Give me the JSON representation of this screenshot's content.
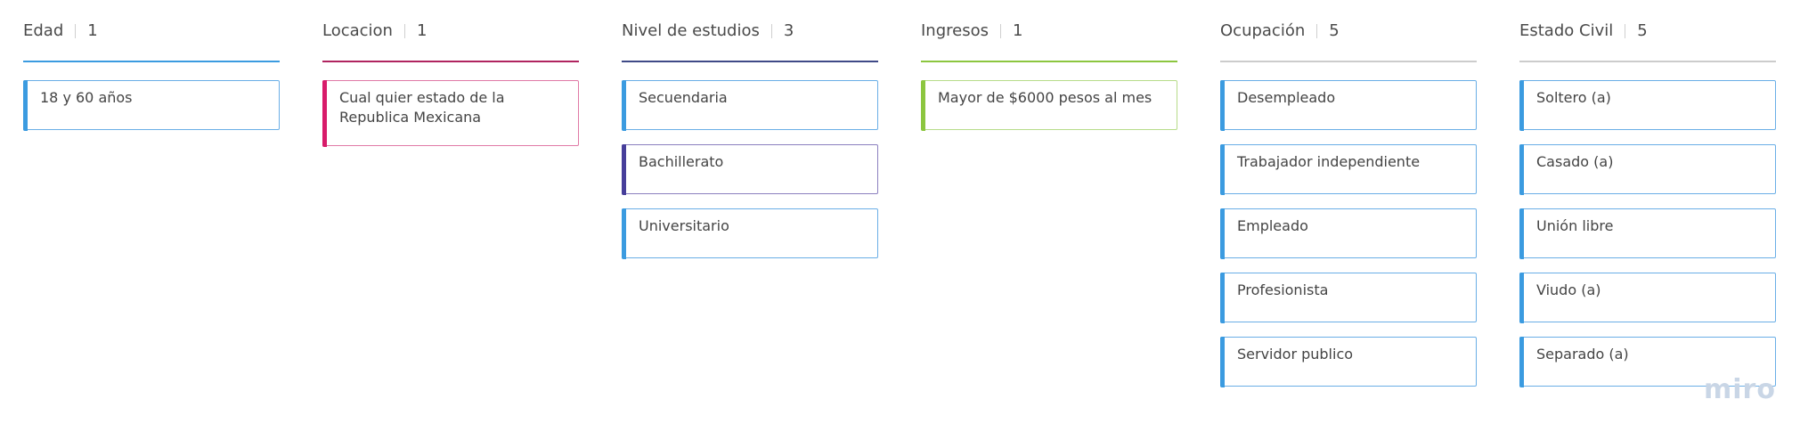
{
  "watermark": "miro",
  "columns": [
    {
      "title": "Edad",
      "count": "1",
      "accent": "#3b9be0",
      "cards": [
        {
          "text": "18 y 60 años",
          "border": "#6aaee6",
          "stripe": "#3b9be0"
        }
      ]
    },
    {
      "title": "Locacion",
      "count": "1",
      "accent": "#b0245f",
      "cards": [
        {
          "text": "Cual quier estado de la Republica Mexicana",
          "border": "#e07aa6",
          "stripe": "#d81b6a"
        }
      ]
    },
    {
      "title": "Nivel de estudios",
      "count": "3",
      "accent": "#3f4a87",
      "cards": [
        {
          "text": "Secuendaria",
          "border": "#6aaee6",
          "stripe": "#3b9be0"
        },
        {
          "text": "Bachillerato",
          "border": "#8b7fbf",
          "stripe": "#473e9a"
        },
        {
          "text": "Universitario",
          "border": "#6aaee6",
          "stripe": "#3b9be0"
        }
      ]
    },
    {
      "title": "Ingresos",
      "count": "1",
      "accent": "#8cc63f",
      "cards": [
        {
          "text": "Mayor de $6000 pesos al mes",
          "border": "#b7dc8a",
          "stripe": "#8cc63f"
        }
      ]
    },
    {
      "title": "Ocupación",
      "count": "5",
      "accent": "#cccccc",
      "cards": [
        {
          "text": "Desempleado",
          "border": "#6aaee6",
          "stripe": "#3b9be0"
        },
        {
          "text": "Trabajador independiente",
          "border": "#6aaee6",
          "stripe": "#3b9be0"
        },
        {
          "text": "Empleado",
          "border": "#6aaee6",
          "stripe": "#3b9be0"
        },
        {
          "text": "Profesionista",
          "border": "#6aaee6",
          "stripe": "#3b9be0"
        },
        {
          "text": "Servidor publico",
          "border": "#6aaee6",
          "stripe": "#3b9be0"
        }
      ]
    },
    {
      "title": "Estado Civil",
      "count": "5",
      "accent": "#cccccc",
      "cards": [
        {
          "text": "Soltero (a)",
          "border": "#6aaee6",
          "stripe": "#3b9be0"
        },
        {
          "text": "Casado (a)",
          "border": "#6aaee6",
          "stripe": "#3b9be0"
        },
        {
          "text": "Unión libre",
          "border": "#6aaee6",
          "stripe": "#3b9be0"
        },
        {
          "text": "Viudo (a)",
          "border": "#6aaee6",
          "stripe": "#3b9be0"
        },
        {
          "text": "Separado (a)",
          "border": "#6aaee6",
          "stripe": "#3b9be0"
        }
      ]
    }
  ]
}
